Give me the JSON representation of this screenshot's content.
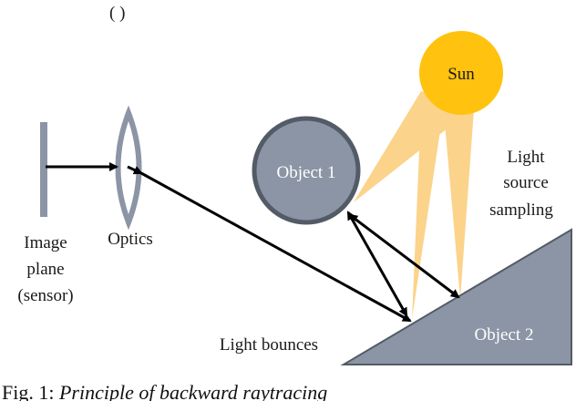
{
  "top_fragment": "(",
  "labels": {
    "sun": "Sun",
    "object1": "Object 1",
    "object2": "Object 2",
    "light_source_line1": "Light",
    "light_source_line2": "source",
    "light_source_line3": "sampling",
    "image_plane_line1": "Image",
    "image_plane_line2": "plane",
    "image_plane_line3": "(sensor)",
    "optics": "Optics",
    "light_bounces": "Light bounces"
  },
  "caption": {
    "prefix": "Fig. 1: ",
    "title": "Principle of backward raytracing"
  },
  "colors": {
    "sun": "#FFC20E",
    "sun_rays": "#FBCF7E",
    "object_fill": "#8B95A5",
    "object_stroke": "#535B66",
    "sensor": "#8B95A5",
    "ray": "#000000"
  }
}
